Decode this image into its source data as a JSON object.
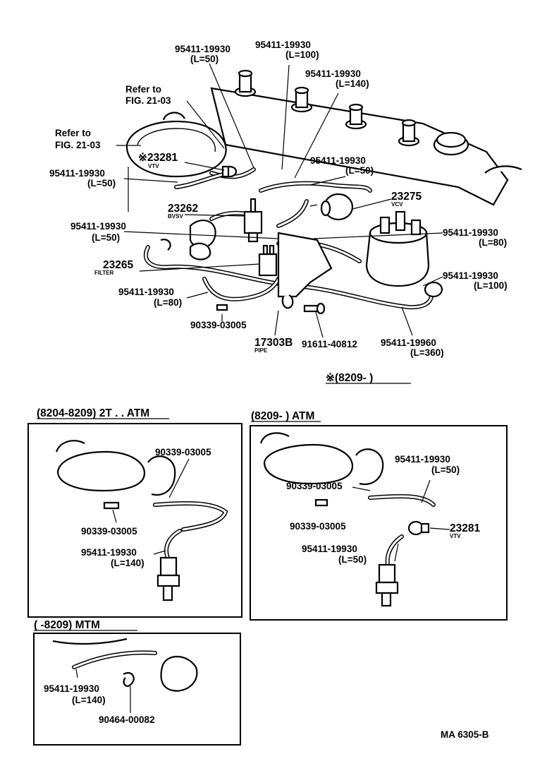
{
  "main": {
    "labels": {
      "p1": "95411-19930",
      "p1l": "(L=50)",
      "p2": "95411-19930",
      "p2l": "(L=100)",
      "p3": "95411-19930",
      "p3l": "(L=140)",
      "ref1a": "Refer to",
      "ref1b": "FIG. 21-03",
      "ref2a": "Refer to",
      "ref2b": "FIG. 21-03",
      "vtv_num": "※23281",
      "vtv_txt": "VTV",
      "p4": "95411-19930",
      "p4l": "(L=50)",
      "p5": "95411-19930",
      "p5l": "(L=50)",
      "vcv_num": "23275",
      "vcv_txt": "VCV",
      "bvsv_num": "23262",
      "bvsv_txt": "BVSV",
      "p6": "95411-19930",
      "p6l": "(L=50)",
      "p7": "95411-19930",
      "p7l": "(L=80)",
      "filter_num": "23265",
      "filter_txt": "FILTER",
      "p8": "95411-19930",
      "p8l": "(L=100)",
      "p9": "95411-19930",
      "p9l": "(L=80)",
      "clip": "90339-03005",
      "pipe_num": "17303B",
      "pipe_txt": "PIPE",
      "bolt": "91611-40812",
      "p10": "95411-19960",
      "p10l": "(L=360)",
      "note": "※(8209-          )"
    }
  },
  "inset_left": {
    "title": "(8204-8209) 2T . . ATM",
    "clip_a": "90339-03005",
    "clip_b": "90339-03005",
    "hose": "95411-19930",
    "hose_l": "(L=140)"
  },
  "inset_right": {
    "title": "(8209-          ) ATM",
    "hose_a": "95411-19930",
    "hose_a_l": "(L=50)",
    "clip_a": "90339-03005",
    "clip_b": "90339-03005",
    "vtv_num": "23281",
    "vtv_txt": "VTV",
    "hose_b": "95411-19930",
    "hose_b_l": "(L=50)"
  },
  "inset_bottom": {
    "title": "(          -8209) MTM",
    "hose": "95411-19930",
    "hose_l": "(L=140)",
    "clip": "90464-00082"
  },
  "footer": {
    "code": "MA 6305-B"
  }
}
